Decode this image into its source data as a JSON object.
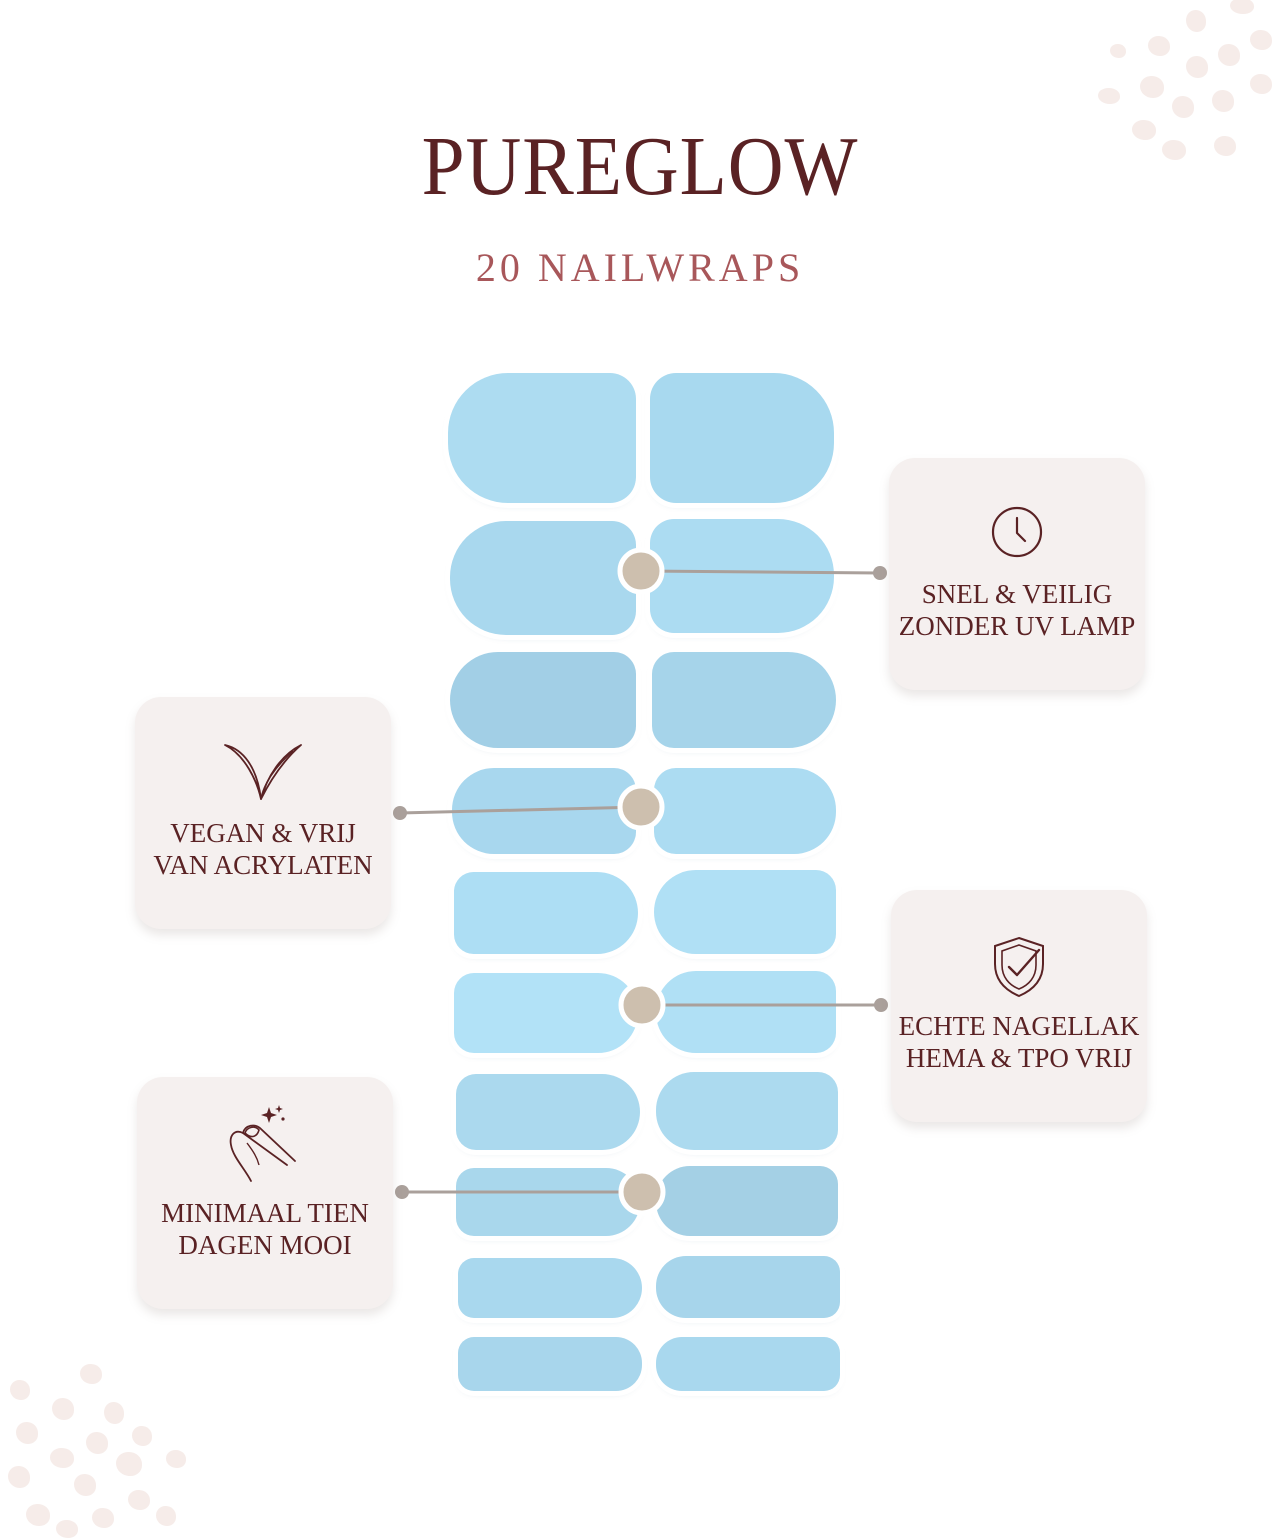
{
  "brand": {
    "title": "PUREGLOW",
    "subtitle": "20 NAILWRAPS"
  },
  "features": [
    {
      "icon": "clock-icon",
      "line1": "SNEL & VEILIG",
      "line2": "ZONDER UV LAMP"
    },
    {
      "icon": "leaf-icon",
      "line1": "VEGAN & VRIJ",
      "line2": "VAN ACRYLATEN"
    },
    {
      "icon": "shield-check-icon",
      "line1": "ECHTE NAGELLAK",
      "line2": "HEMA & TPO VRIJ"
    },
    {
      "icon": "manicured-finger-icon",
      "line1": "MINIMAAL TIEN",
      "line2": "DAGEN MOOI"
    }
  ],
  "sheet": {
    "wrap_color": "#abdcf0",
    "wrap_count": 20
  },
  "colors": {
    "title": "#5a2224",
    "subtitle": "#a8575a",
    "card_bg": "#f5f0ef",
    "connector": "#aaa09b",
    "node": "#cdbfae",
    "decor_dots": "#f6ece9"
  }
}
